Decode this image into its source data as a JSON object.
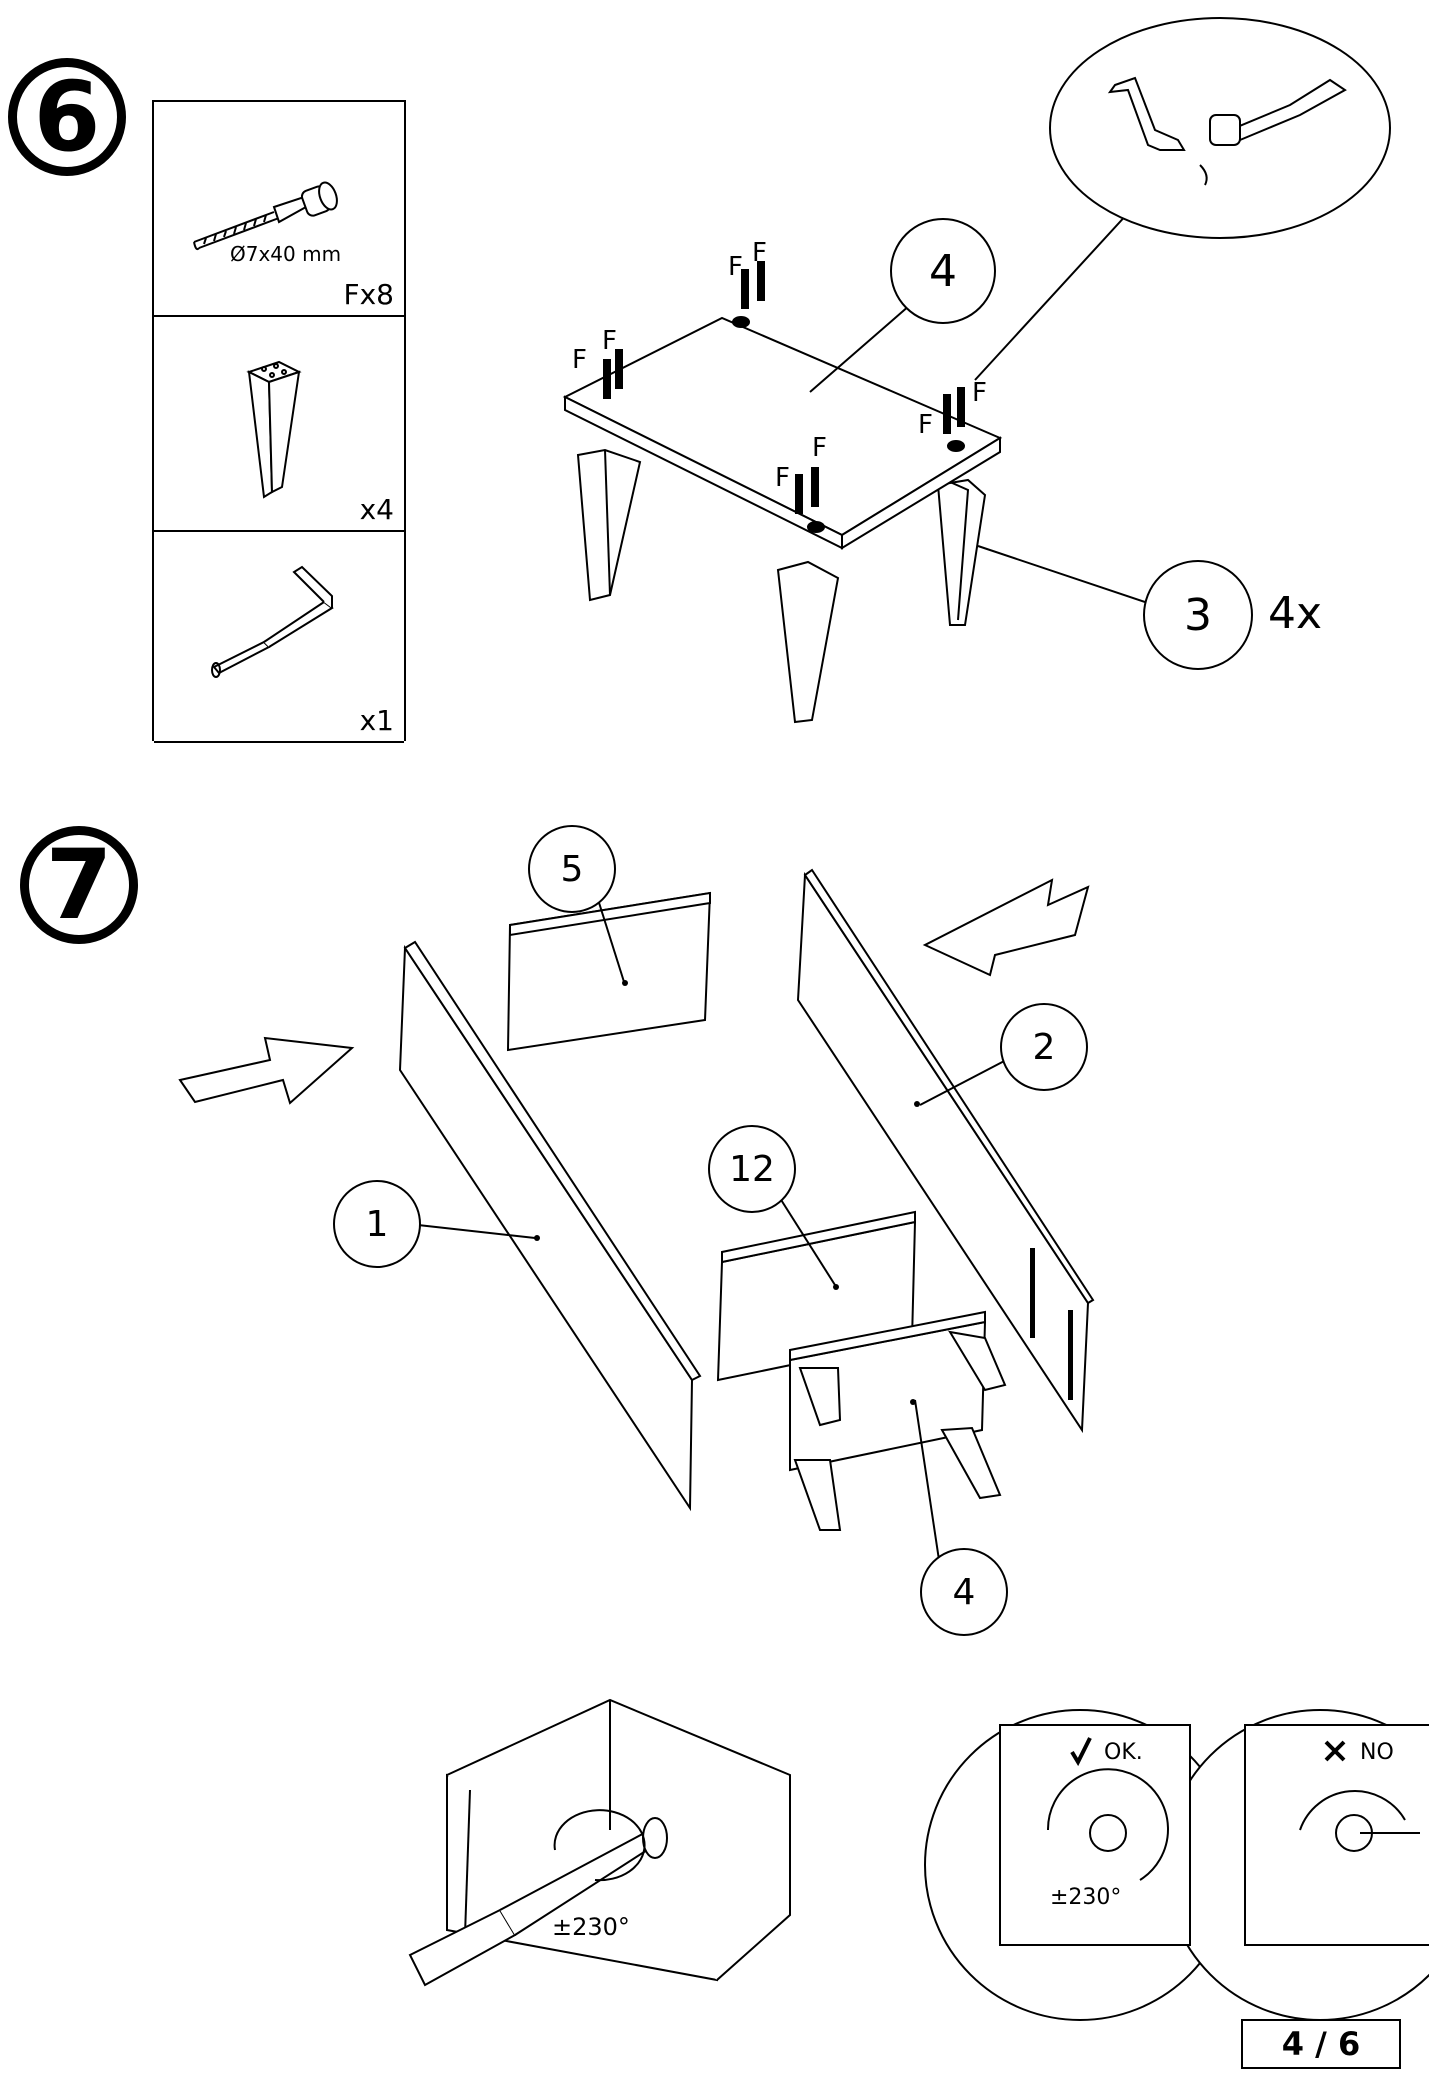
{
  "page_number": "4 / 6",
  "step6": {
    "step_number": "6",
    "parts": {
      "bolt": {
        "size_label": "Ø7x40 mm",
        "qty": "Fx8",
        "icon": "cam-bolt-icon"
      },
      "leg": {
        "qty": "x4",
        "icon": "tapered-leg-icon"
      },
      "key": {
        "qty": "x1",
        "icon": "hex-key-icon"
      }
    },
    "fastener_letter": "F",
    "callout_top": "4",
    "callout_leg": "3",
    "callout_leg_qty": "4x"
  },
  "step7": {
    "step_number": "7",
    "callouts": {
      "p5": "5",
      "p2": "2",
      "p1": "1",
      "p12": "12",
      "p4": "4"
    },
    "rotation_label": "±230°",
    "ok_label": "OK.",
    "no_label": "NO",
    "ok_rotation_label": "±230°"
  }
}
